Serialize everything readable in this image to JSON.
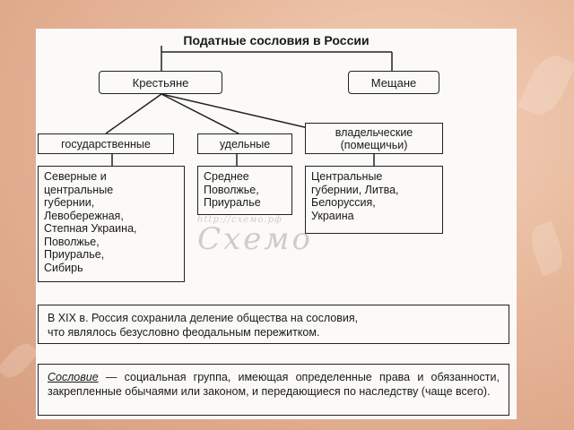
{
  "title": "Податные сословия в России",
  "top_boxes": {
    "peasants": "Крестьяне",
    "townspeople": "Мещане"
  },
  "categories": [
    {
      "lines": [
        "государственные"
      ]
    },
    {
      "lines": [
        "удельные"
      ]
    },
    {
      "lines": [
        "владельческие",
        "(помещичьи)"
      ]
    }
  ],
  "regions": [
    {
      "lines": [
        "Северные и",
        "центральные",
        "губернии,",
        "Левобережная,",
        "Степная Украина,",
        "Поволжье,",
        "Приуралье,",
        "Сибирь"
      ]
    },
    {
      "lines": [
        "Среднее",
        "Поволжье,",
        "Приуралье"
      ]
    },
    {
      "lines": [
        "Центральные",
        "губернии, Литва,",
        "Белоруссия,",
        "Украина"
      ]
    }
  ],
  "note": {
    "lines": [
      "В XIX в. Россия сохранила деление общества на сословия,",
      "что являлось безусловно феодальным пережитком."
    ]
  },
  "definition": {
    "term": "Сословие",
    "rest": " — социальная группа, имеющая определенные права и обязанности, закрепленные обычаями или законом, и передающиеся по наследству (чаще всего)."
  },
  "watermark": {
    "url": "http://схемо.рф",
    "logo": "Схемо"
  }
}
